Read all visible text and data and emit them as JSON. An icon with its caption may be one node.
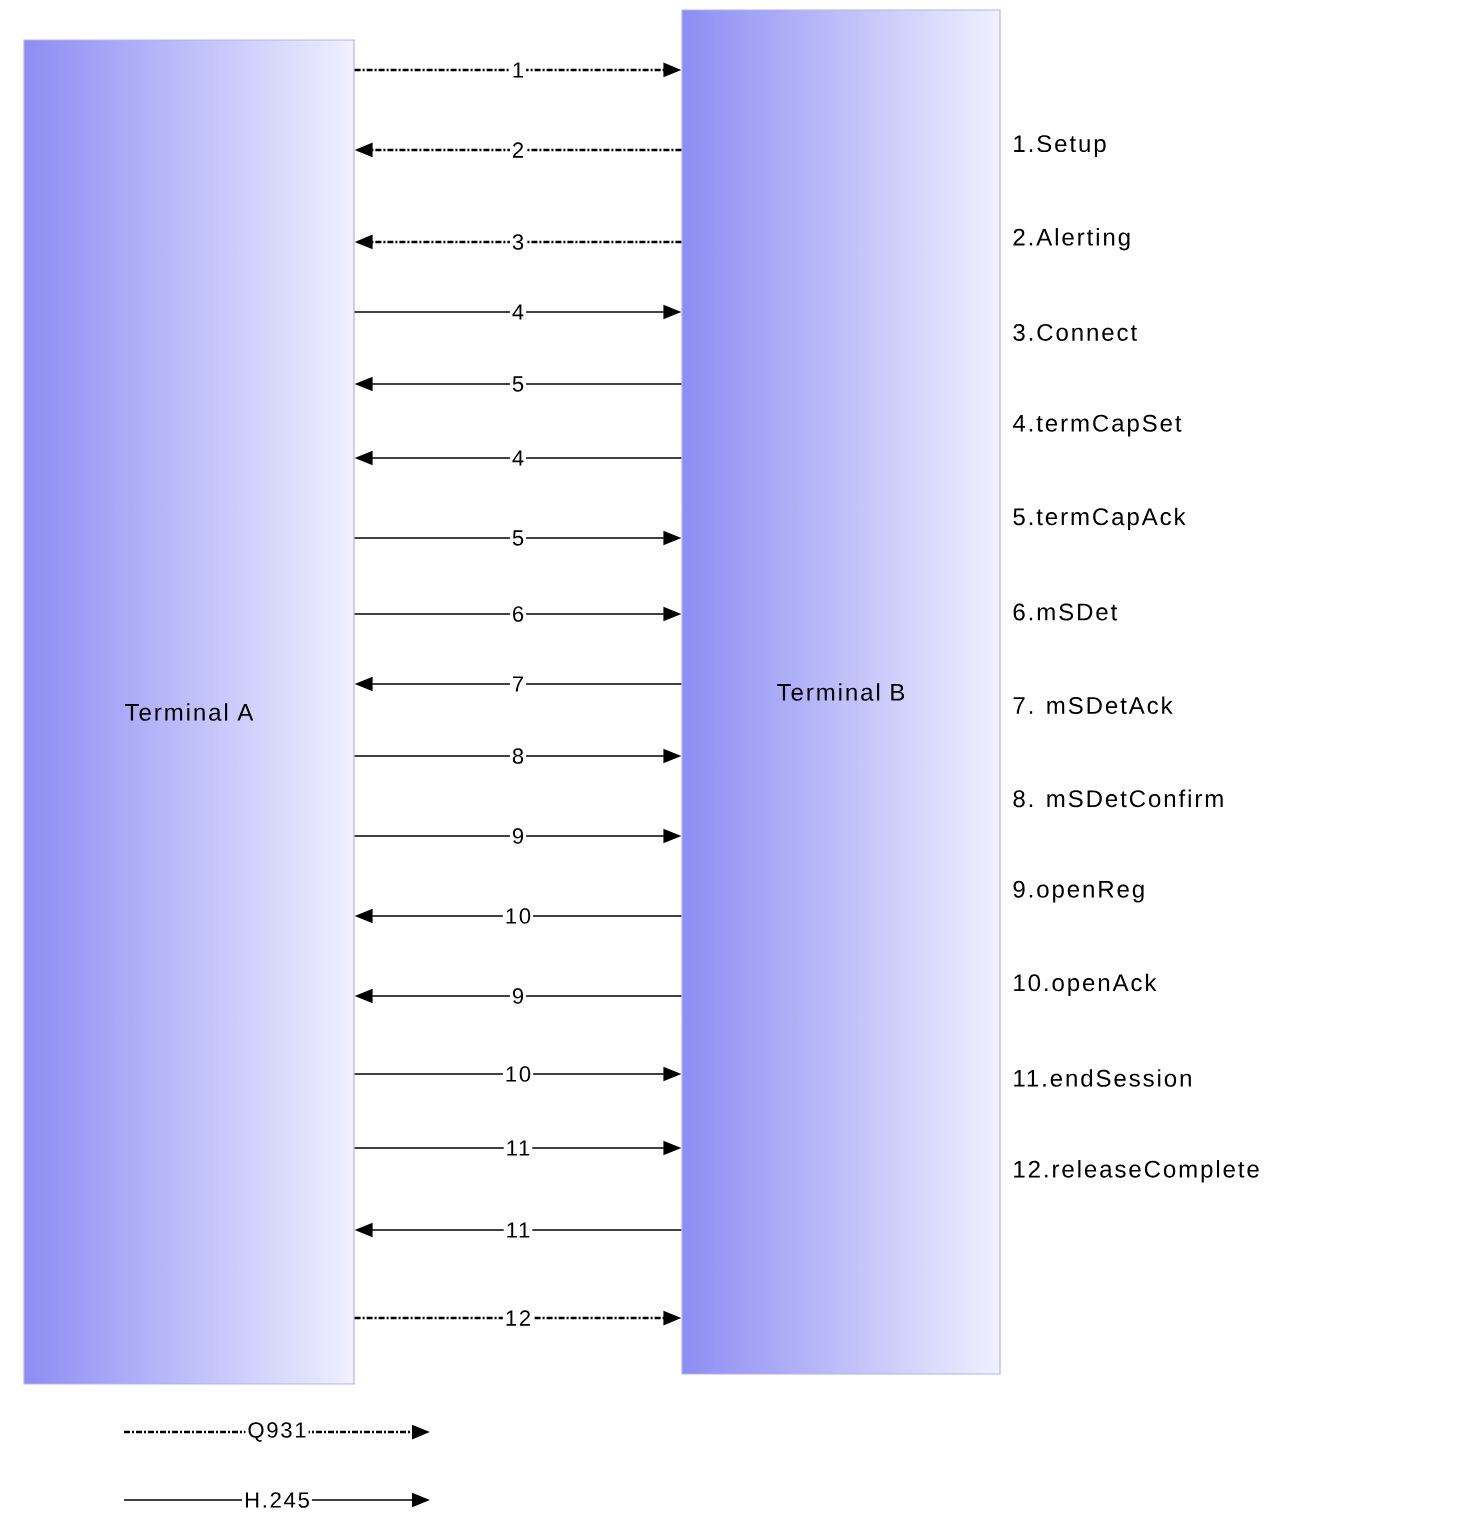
{
  "diagram": {
    "nodes": [
      {
        "text": [
          "Terminal A"
        ]
      },
      {
        "text": [
          "Terminal B"
        ]
      }
    ],
    "edges": [
      {
        "from": 0,
        "to": 1,
        "arrow": "to",
        "label": "1",
        "style": "dashed"
      },
      {
        "from": 1,
        "to": 0,
        "arrow": "to",
        "label": "2",
        "style": "dashed"
      },
      {
        "from": 1,
        "to": 0,
        "arrow": "to",
        "label": "3",
        "style": "dashed"
      },
      {
        "from": 0,
        "to": 1,
        "arrow": "to",
        "label": "4"
      },
      {
        "from": 1,
        "to": 0,
        "arrow": "to",
        "label": "5"
      },
      {
        "from": 1,
        "to": 0,
        "arrow": "to",
        "label": "4"
      },
      {
        "from": 0,
        "to": 1,
        "arrow": "to",
        "label": "5"
      },
      {
        "from": 0,
        "to": 1,
        "arrow": "to",
        "label": "6"
      },
      {
        "from": 1,
        "to": 0,
        "arrow": "to",
        "label": "7"
      },
      {
        "from": 0,
        "to": 1,
        "arrow": "to",
        "label": "8"
      },
      {
        "from": 0,
        "to": 1,
        "arrow": "to",
        "label": "9"
      },
      {
        "from": 1,
        "to": 0,
        "arrow": "to",
        "label": "10"
      },
      {
        "from": 1,
        "to": 0,
        "arrow": "to",
        "label": "9"
      },
      {
        "from": 0,
        "to": 1,
        "arrow": "to",
        "label": "10"
      },
      {
        "from": 0,
        "to": 1,
        "arrow": "to",
        "label": "11"
      },
      {
        "from": 1,
        "to": 0,
        "arrow": "to",
        "label": "11"
      },
      {
        "from": 0,
        "to": 1,
        "arrow": "to",
        "label": "12",
        "style": "dashed"
      }
    ],
    "labels": [
      "1.Setup",
      "2.Alerting",
      "3.Connect",
      "4.termCapSet",
      "5.termCapAck",
      "6.mSDet",
      "7. mSDetAck",
      "8. mSDetConfirm",
      "9.openReg",
      "10.openAck",
      "11.endSession",
      "12.releaseComplete"
    ],
    "legend": [
      {
        "text": "Q931"
      },
      {
        "text": "H.245"
      }
    ]
  }
}
